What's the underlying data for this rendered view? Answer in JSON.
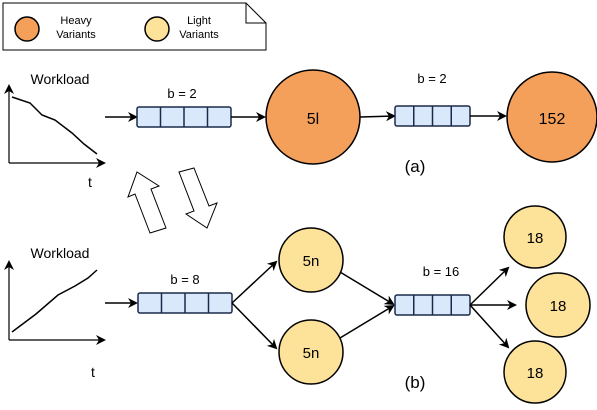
{
  "legend": {
    "heavy_label_line1": "Heavy",
    "heavy_label_line2": "Variants",
    "light_label_line1": "Light",
    "light_label_line2": "Variants"
  },
  "top": {
    "workload_label": "Workload",
    "axis_t": "t",
    "queue1_label": "b = 2",
    "node1_label": "5l",
    "queue2_label": "b = 2",
    "node2_label": "152",
    "caption": "(a)"
  },
  "bottom": {
    "workload_label": "Workload",
    "axis_t": "t",
    "queue1_label": "b = 8",
    "node_upper_label": "5n",
    "node_lower_label": "5n",
    "queue2_label": "b = 16",
    "node_right_top_label": "18",
    "node_right_mid_label": "18",
    "node_right_bot_label": "18",
    "caption": "(b)"
  },
  "colors": {
    "heavy_fill": "#F5A05A",
    "light_fill": "#FDE29A",
    "queue_fill": "#DAE8FC",
    "queue_stroke": "#1A2A4A",
    "stroke": "#000000"
  }
}
